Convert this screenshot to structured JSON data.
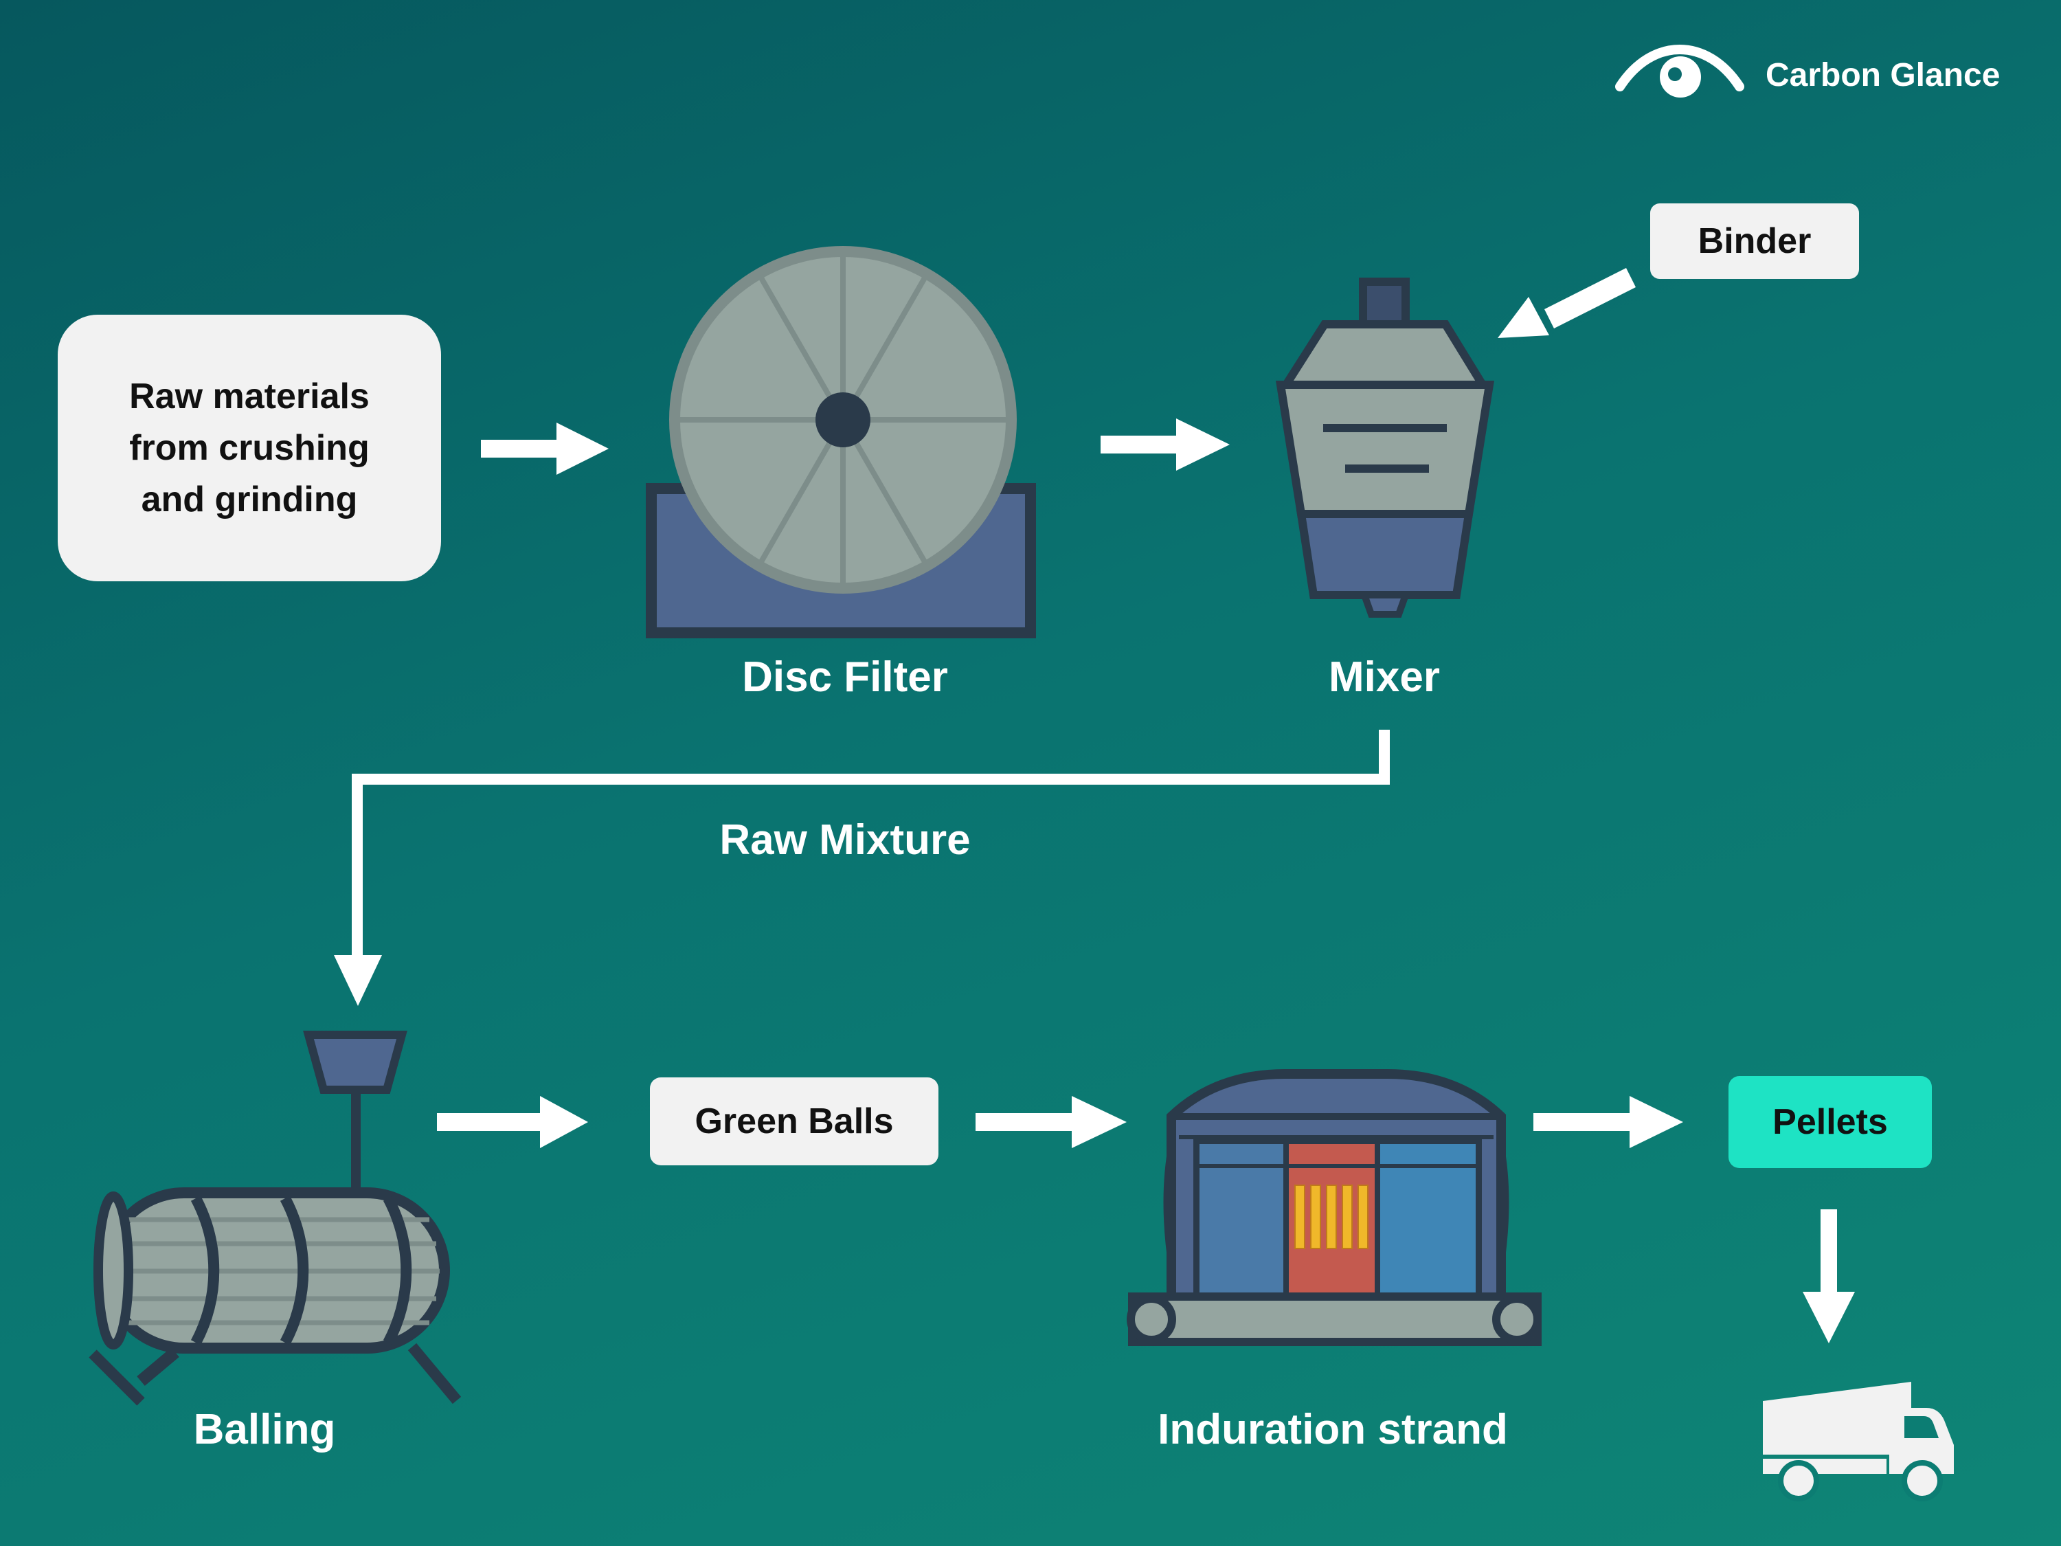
{
  "brand": {
    "logo_icon": "eye-icon",
    "name": "Carbon Glance"
  },
  "nodes": {
    "raw_materials": {
      "lines": [
        "Raw materials",
        "from crushing",
        "and grinding"
      ]
    },
    "disc_filter": {
      "label": "Disc Filter",
      "icon": "disc-filter-icon"
    },
    "mixer": {
      "label": "Mixer",
      "icon": "mixer-icon"
    },
    "binder": {
      "label": "Binder"
    },
    "raw_mixture": {
      "label": "Raw Mixture"
    },
    "balling": {
      "label": "Balling",
      "icon": "balling-drum-icon"
    },
    "green_balls": {
      "label": "Green Balls"
    },
    "induration": {
      "label": "Induration strand",
      "icon": "induration-strand-icon"
    },
    "pellets": {
      "label": "Pellets"
    },
    "truck": {
      "icon": "dump-truck-icon"
    }
  },
  "colors": {
    "background_start": "#06585e",
    "background_end": "#0e8576",
    "label_box": "#f2f2f2",
    "pellets_accent": "#1ee3c4",
    "machine_outline": "#2a3a4a",
    "machine_gray": "#95a5a0",
    "machine_blue": "#4f6790",
    "heat_red": "#c45a4f",
    "heat_yellow": "#f0b82a",
    "panel_blue": "#3f86b6",
    "arrow": "#ffffff"
  }
}
